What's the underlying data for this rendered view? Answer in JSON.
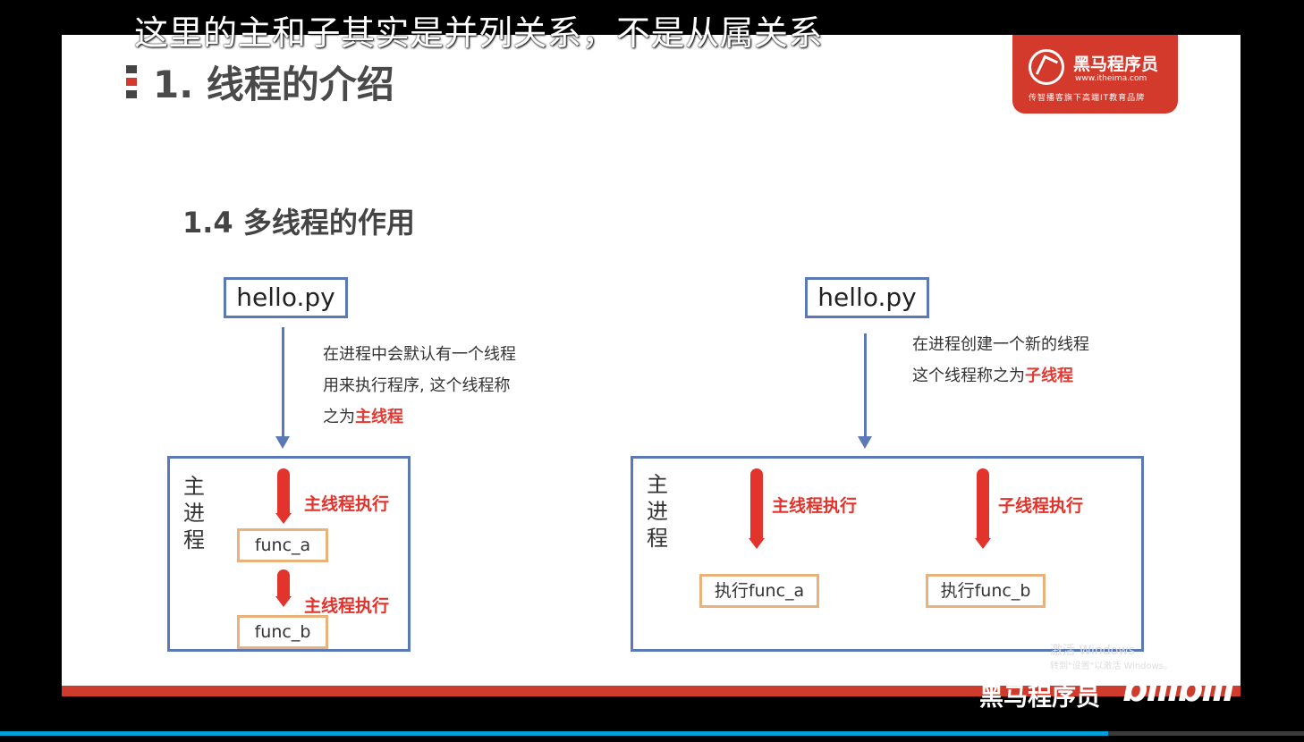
{
  "subtitle": "这里的主和子其实是并列关系，不是从属关系",
  "slide": {
    "title": "1. 线程的介绍",
    "section_title": "1.4 多线程的作用",
    "logo": {
      "name": "黑马程序员",
      "url": "www.itheima.com",
      "tagline": "传智播客旗下高端IT教育品牌"
    },
    "left": {
      "file": "hello.py",
      "note_lines": [
        "在进程中会默认有一个线程",
        "用来执行程序, 这个线程称"
      ],
      "note_line3_prefix": "之为",
      "note_line3_red": "主线程",
      "process_label": [
        "主",
        "进",
        "程"
      ],
      "exec_label_1": "主线程执行",
      "exec_label_2": "主线程执行",
      "func_a": "func_a",
      "func_b": "func_b"
    },
    "right": {
      "file": "hello.py",
      "note_line1": "在进程创建一个新的线程",
      "note_line2_prefix": "这个线程称之为",
      "note_line2_red": "子线程",
      "process_label": [
        "主",
        "进",
        "程"
      ],
      "exec_label_main": "主线程执行",
      "exec_label_sub": "子线程执行",
      "func_a": "执行func_a",
      "func_b": "执行func_b"
    }
  },
  "overlay": {
    "windows_watermark_1": "激活 Windows",
    "windows_watermark_2": "转到\"设置\"以激活 Windows。",
    "brand": "黑马程序员",
    "bili": "bilibili"
  },
  "playback": {
    "progress": 0.85
  },
  "colors": {
    "accent_red": "#e2332c",
    "box_blue": "#5b79b6",
    "func_orange": "#e9b27a",
    "progress": "#00a1d6"
  }
}
